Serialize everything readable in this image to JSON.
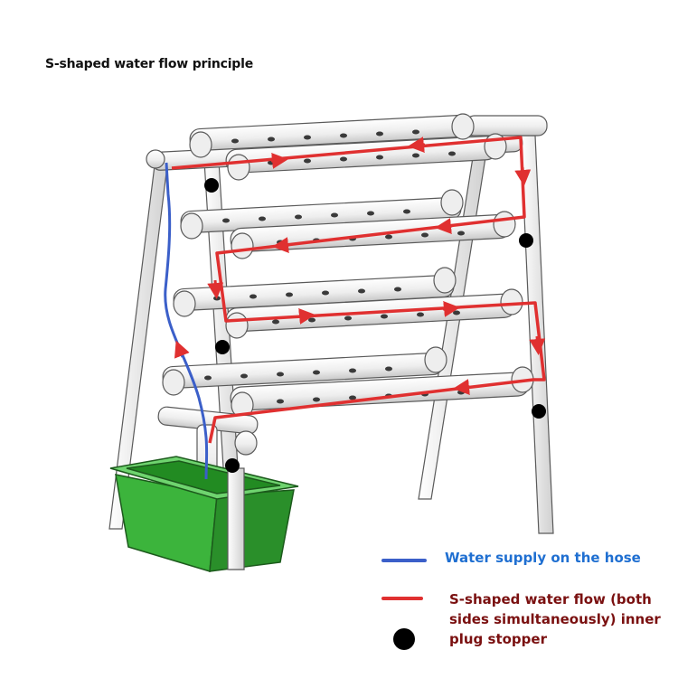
{
  "title": "S-shaped water flow principle",
  "legend": {
    "hose": {
      "label": "Water supply on the hose",
      "color": "#1f6fd1",
      "line_color": "#3b5fc9"
    },
    "flow": {
      "label": "S-shaped water flow (both sides simultaneously) inner plug stopper",
      "color": "#7a1010",
      "line_color": "#e03030"
    },
    "plug": {
      "marker": "black-dot-icon",
      "color": "#000000"
    }
  },
  "colors": {
    "pipe_stroke": "#5a5a5a",
    "pipe_fill": "#f4f4f4",
    "tank": "#2fa02f",
    "flow": "#e03030",
    "hose": "#3b5fc9"
  }
}
